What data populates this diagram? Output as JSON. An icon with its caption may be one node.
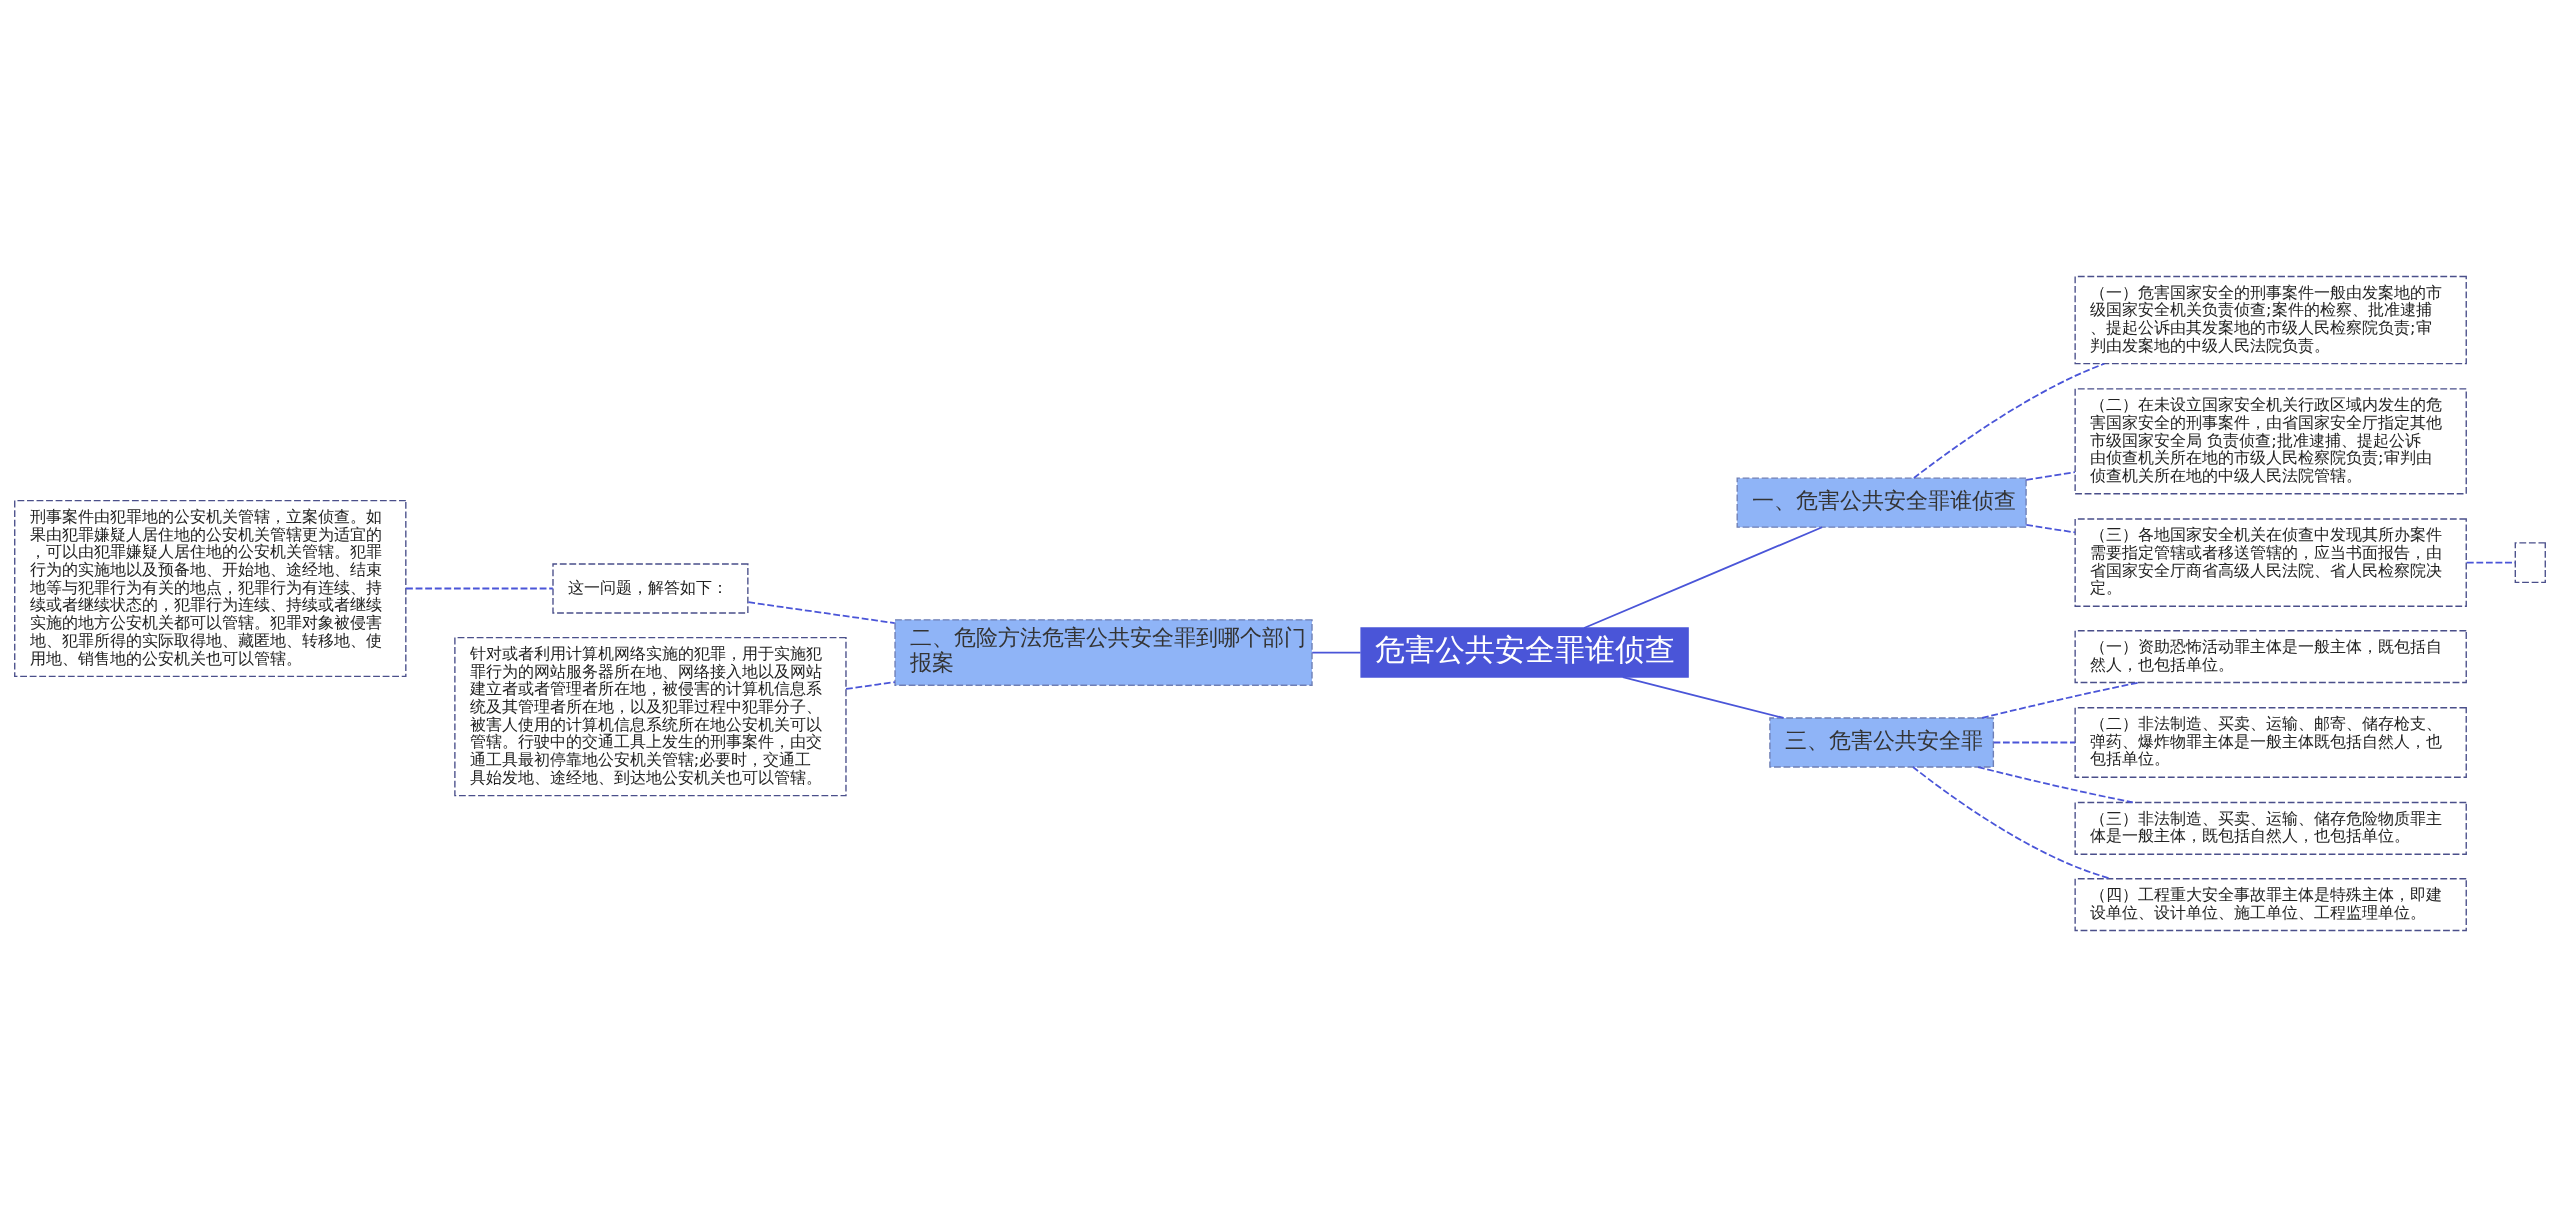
{
  "diagram": {
    "nodes": [
      {
        "text": [
          "危害公共安全罪谁侦查"
        ]
      },
      {
        "text": [
          "一、危害公共安全罪谁侦查"
        ]
      },
      {
        "text": [
          "（一）危害国家安全的刑事案件一般由发案地的市级国家安全机关负责侦查;案件的检察、批准逮捕、提起公诉由其发案地的市级人民检察院负责;审判由发案地的中级人民法院负责。"
        ]
      },
      {
        "text": [
          "（二）在未设立国家安全机关行政区域内发生的危害国家安全的刑事案件，由省国家安全厅指定其他市级国家安全局 负责侦查;批准逮捕、提起公诉由侦查机关所在地的市级人民检察院负责;审判由侦查机关所在地的中级人民法院管辖。"
        ]
      },
      {
        "text": [
          "（三）各地国家安全机关在侦查中发现其所办案件需要指定管辖或者移送管辖的，应当书面报告，由省国家安全厅商省高级人民法院、省人民检察院决定。"
        ]
      },
      {
        "text": [],
        "shape": "box"
      },
      {
        "text": [
          "三、危害公共安全罪"
        ]
      },
      {
        "text": [
          "（一）资助恐怖活动罪主体是一般主体，既包括自然人，也包括单位。"
        ]
      },
      {
        "text": [
          "（二）非法制造、买卖、运输、邮寄、储存枪支、弹药、爆炸物罪主体是一般主体既包括自然人，也包括单位。"
        ]
      },
      {
        "text": [
          "（三）非法制造、买卖、运输、储存危险物质罪主体是一般主体，既包括自然人，也包括单位。"
        ]
      },
      {
        "text": [
          "（四）工程重大安全事故罪主体是特殊主体，即建设单位、设计单位、施工单位、工程监理单位。"
        ]
      },
      {
        "text": [
          "二、危险方法危害公共安全罪到哪个部门报案"
        ]
      },
      {
        "text": [
          "这一问题，解答如下："
        ]
      },
      {
        "text": [
          "刑事案件由犯罪地的公安机关管辖，立案侦查。如果由犯罪嫌疑人居住地的公安机关管辖更为适宜的，可以由犯罪嫌疑人居住地的公安机关管辖。犯罪行为的实施地以及预备地、开始地、途经地、结束地等与犯罪行为有关的地点，犯罪行为有连续、持续或者继续状态的，犯罪行为连续、持续或者继续实施的地方公安机关都可以管辖。犯罪对象被侵害地、犯罪所得的实际取得地、藏匿地、转移地、使用地、销售地的公安机关也可以管辖。"
        ]
      },
      {
        "text": [
          "针对或者利用计算机网络实施的犯罪，用于实施犯罪行为的网站服务器所在地、网络接入地以及网站建立者或者管理者所在地，被侵害的计算机信息系统及其管理者所在地，以及犯罪过程中犯罪分子、被害人使用的计算机信息系统所在地公安机关可以管辖。行驶中的交通工具上发生的刑事案件，由交通工具最初停靠地公安机关管辖;必要时，交通工具始发地、途经地、到达地公安机关也可以管辖。"
        ]
      }
    ],
    "edges": [
      {
        "from": 0,
        "to": 1,
        "arrow": "none"
      },
      {
        "from": 1,
        "to": 2,
        "arrow": "none",
        "style": "dashed"
      },
      {
        "from": 1,
        "to": 3,
        "arrow": "none",
        "style": "dashed"
      },
      {
        "from": 1,
        "to": 4,
        "arrow": "none",
        "style": "dashed"
      },
      {
        "from": 4,
        "to": 5,
        "arrow": "none",
        "style": "dashed"
      },
      {
        "from": 0,
        "to": 6,
        "arrow": "none"
      },
      {
        "from": 6,
        "to": 7,
        "arrow": "none",
        "style": "dashed"
      },
      {
        "from": 6,
        "to": 8,
        "arrow": "none",
        "style": "dashed"
      },
      {
        "from": 6,
        "to": 9,
        "arrow": "none",
        "style": "dashed"
      },
      {
        "from": 6,
        "to": 10,
        "arrow": "none",
        "style": "dashed"
      },
      {
        "from": 11,
        "to": 0,
        "arrow": "none"
      },
      {
        "from": 12,
        "to": 11,
        "arrow": "none",
        "style": "dashed"
      },
      {
        "from": 14,
        "to": 11,
        "arrow": "none",
        "style": "dashed"
      },
      {
        "from": 13,
        "to": 12,
        "arrow": "none",
        "style": "dashed"
      }
    ]
  }
}
